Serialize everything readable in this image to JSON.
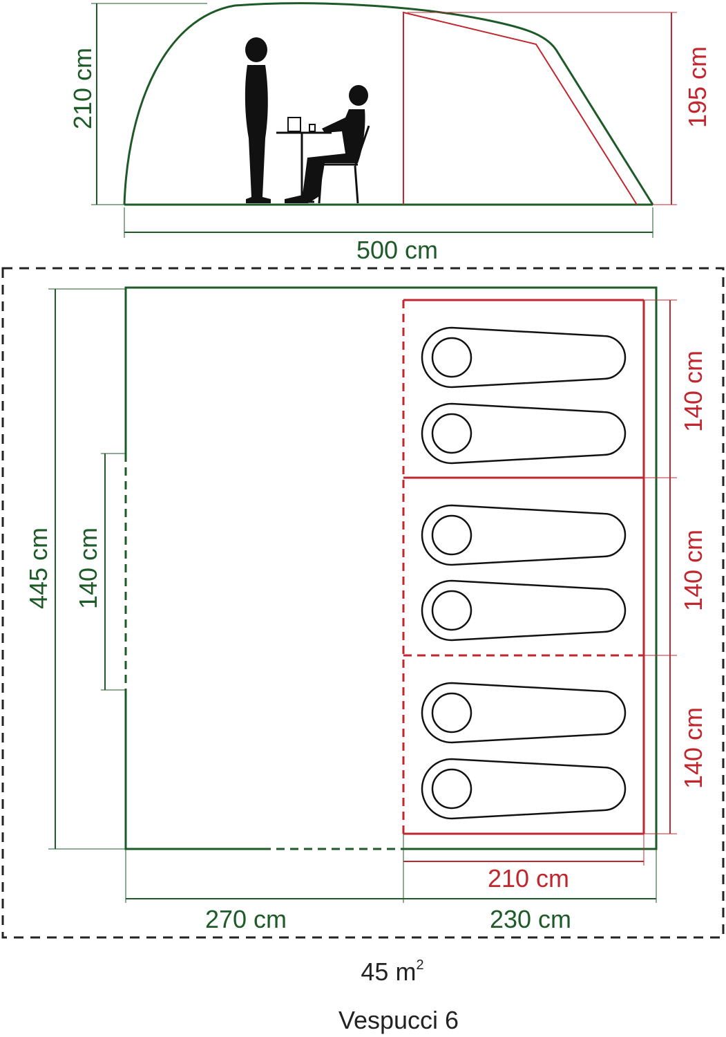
{
  "colors": {
    "outer_tent": "#1e5a28",
    "inner_tent": "#c0262d",
    "figures": "#111111",
    "text_dark": "#222222"
  },
  "side_view": {
    "height_label": "210 cm",
    "inner_height_label": "195 cm",
    "length_label": "500 cm"
  },
  "floor_plan": {
    "width_label": "445 cm",
    "door_label": "140 cm",
    "bedroom_labels": [
      "140 cm",
      "140 cm",
      "140 cm"
    ],
    "inner_depth_label": "210 cm",
    "living_length_label": "270 cm",
    "bedroom_length_label": "230 cm"
  },
  "footer": {
    "area_value": "45 m",
    "area_unit_sup": "2",
    "model_name": "Vespucci 6"
  },
  "icons": {
    "person_standing": "standing-person-icon",
    "person_sitting": "sitting-person-icon",
    "table": "table-icon",
    "chair": "chair-icon",
    "sleeping_bag": "sleeping-bag-icon"
  }
}
